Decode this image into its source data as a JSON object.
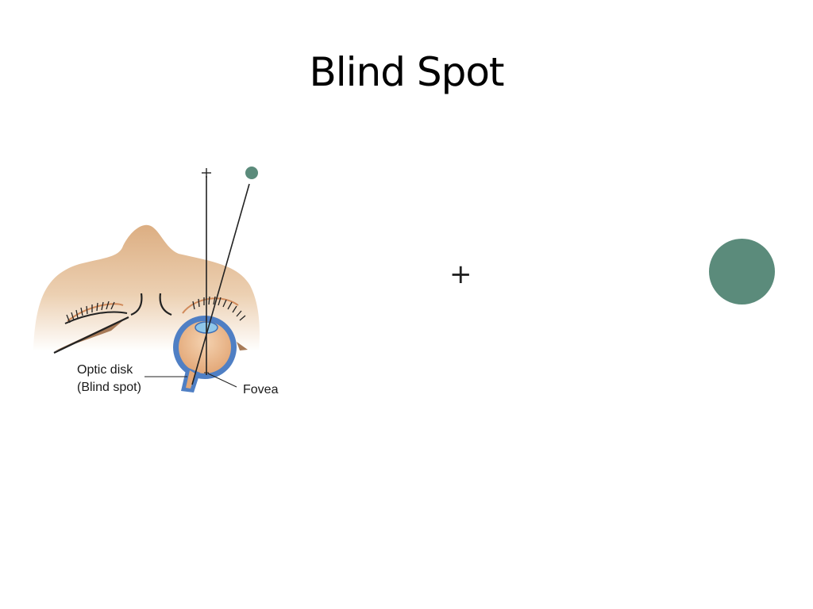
{
  "slide": {
    "title": "Blind Spot"
  },
  "diagram": {
    "label_optic_disk": "Optic disk",
    "label_blind_spot": "(Blind spot)",
    "label_fovea": "Fovea",
    "small_cross": "+"
  },
  "test": {
    "fixation_cross": "+"
  },
  "colors": {
    "dot": "#5b8b7b",
    "skin": "#e2b58a",
    "eye_outline": "#3f6fb5",
    "lens": "#8fc7ea"
  }
}
